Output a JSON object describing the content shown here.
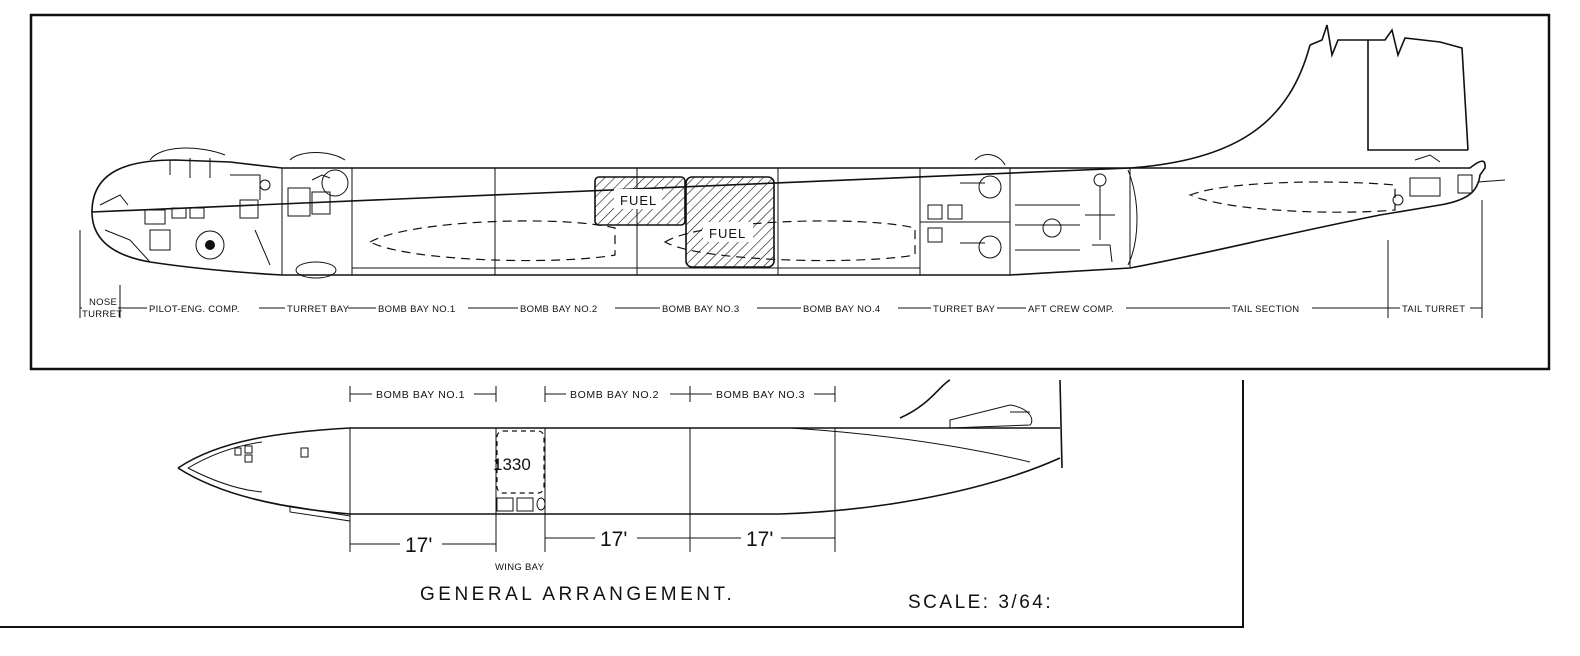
{
  "profile": {
    "sections": [
      {
        "name": "NOSE",
        "name2": "TURRET"
      },
      {
        "name": "PILOT-ENG. COMP."
      },
      {
        "name": "TURRET BAY"
      },
      {
        "name": "BOMB BAY NO.1"
      },
      {
        "name": "BOMB BAY NO.2"
      },
      {
        "name": "BOMB BAY NO.3"
      },
      {
        "name": "BOMB BAY NO.4"
      },
      {
        "name": "TURRET BAY"
      },
      {
        "name": "AFT CREW COMP."
      },
      {
        "name": "TAIL SECTION"
      },
      {
        "name": "TAIL TURRET"
      }
    ],
    "fuel_labels": [
      "FUEL",
      "FUEL"
    ]
  },
  "plan": {
    "bays": [
      "BOMB BAY NO.1",
      "BOMB BAY NO.2",
      "BOMB BAY NO.3"
    ],
    "tank_label": "1330",
    "dimensions": [
      "17'",
      "17'",
      "17'"
    ],
    "wing_bay_label": "WING BAY",
    "title": "GENERAL ARRANGEMENT.",
    "scale": "SCALE: 3/64:"
  }
}
